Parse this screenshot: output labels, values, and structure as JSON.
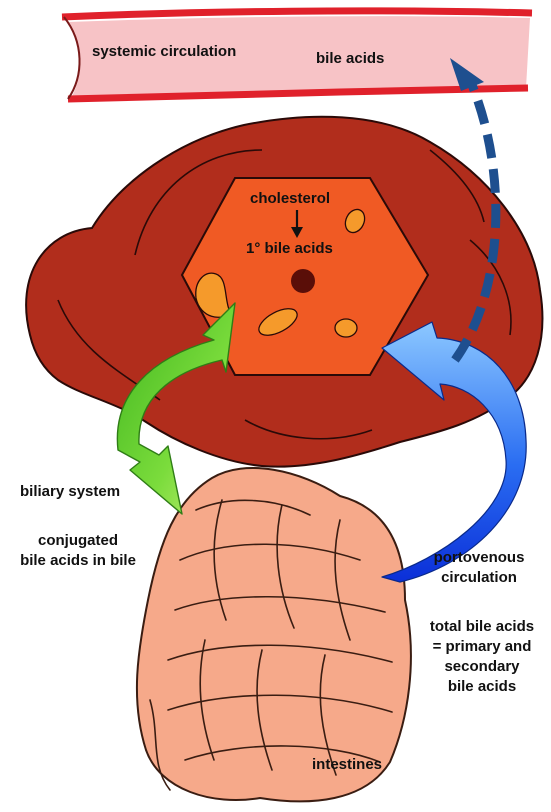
{
  "labels": {
    "systemic_circulation": "systemic circulation",
    "bile_acids_blood": "bile acids",
    "cholesterol": "cholesterol",
    "arrow_down": "↓",
    "primary_bile_acids": "1° bile acids",
    "biliary_system": "biliary system",
    "conjugated_line1": "conjugated",
    "conjugated_line2": "bile acids in bile",
    "portovenous_line1": "portovenous",
    "portovenous_line2": "circulation",
    "total_line1": "total bile acids",
    "total_line2": "= primary and",
    "total_line3": "secondary",
    "total_line4": "bile acids",
    "intestines": "intestines"
  },
  "colors": {
    "vessel_fill": "#f7c3c6",
    "vessel_wall": "#e0212b",
    "liver": "#b12d1c",
    "hepatocyte": "#f05a24",
    "cell_nucleus": "#5a0e08",
    "vesicle": "#f59a2b",
    "biliary_arrow": "#5ec82a",
    "portal_arrow": "#3d86f0",
    "dashed_return": "#1e4f8f",
    "intestine": "#f6a98a"
  }
}
